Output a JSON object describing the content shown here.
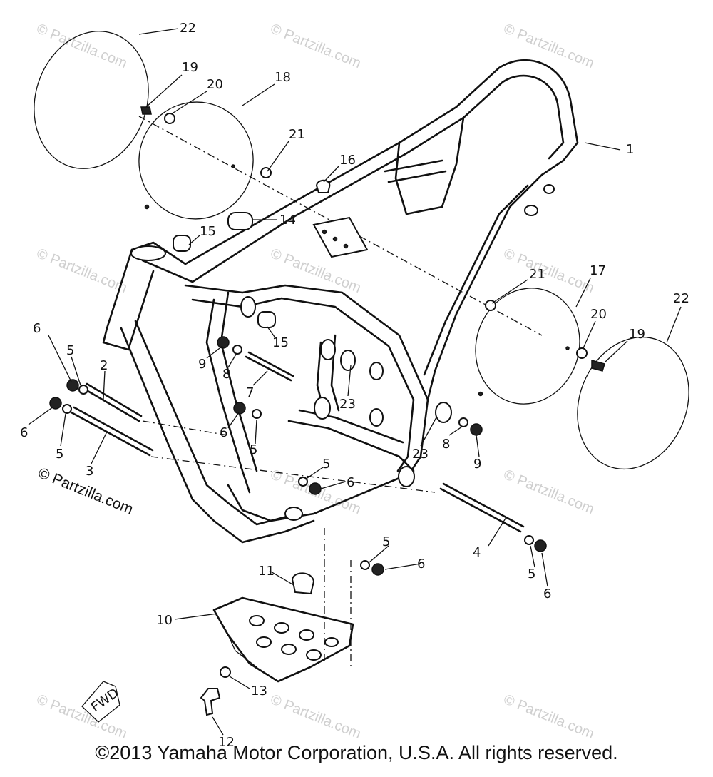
{
  "diagram": {
    "part_numbers": [
      "1",
      "2",
      "3",
      "4",
      "5",
      "6",
      "7",
      "8",
      "9",
      "10",
      "11",
      "12",
      "13",
      "14",
      "15",
      "16",
      "17",
      "18",
      "19",
      "20",
      "21",
      "22",
      "23"
    ],
    "callouts": {
      "c1": "1",
      "c2": "2",
      "c3": "3",
      "c4": "4",
      "c5a": "5",
      "c5b": "5",
      "c5c": "5",
      "c5d": "5",
      "c5e": "5",
      "c5f": "5",
      "c6a": "6",
      "c6b": "6",
      "c6c": "6",
      "c6d": "6",
      "c6e": "6",
      "c6f": "6",
      "c7": "7",
      "c8a": "8",
      "c8b": "8",
      "c9a": "9",
      "c9b": "9",
      "c10": "10",
      "c11": "11",
      "c12": "12",
      "c13": "13",
      "c14": "14",
      "c15a": "15",
      "c15b": "15",
      "c16": "16",
      "c17": "17",
      "c18": "18",
      "c19a": "19",
      "c19b": "19",
      "c20a": "20",
      "c20b": "20",
      "c21a": "21",
      "c21b": "21",
      "c22a": "22",
      "c22b": "22",
      "c23a": "23",
      "c23b": "23"
    },
    "fwd_label": "FWD"
  },
  "watermark": {
    "text": "© Partzilla.com"
  },
  "footer": {
    "copyright": "©2013 Yamaha Motor Corporation, U.S.A. All rights reserved."
  }
}
